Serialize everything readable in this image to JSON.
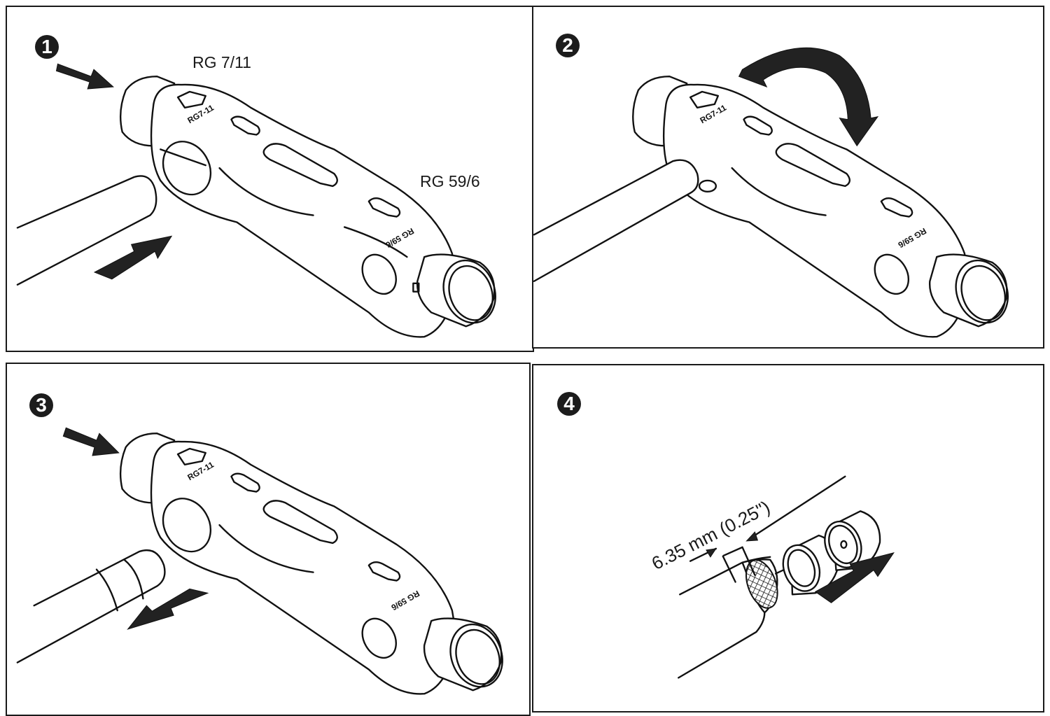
{
  "diagram": {
    "subject": "Coaxial cable stripping tool instructions",
    "steps": [
      {
        "number": "1",
        "badge_glyph": "1",
        "labels": {
          "top_end": "RG 7/11",
          "bottom_end": "RG 59/6"
        },
        "tool_markings": {
          "top": "RG7-11",
          "bottom": "RG 59/6"
        },
        "arrows": [
          "push-tool-end",
          "insert-cable"
        ]
      },
      {
        "number": "2",
        "badge_glyph": "2",
        "tool_markings": {
          "top": "RG7-11",
          "bottom": "RG 59/6"
        },
        "arrows": [
          "rotate-tool"
        ]
      },
      {
        "number": "3",
        "badge_glyph": "3",
        "tool_markings": {
          "top": "RG7-11",
          "bottom": "RG 59/6"
        },
        "arrows": [
          "push-tool-end",
          "pull-cable-out"
        ]
      },
      {
        "number": "4",
        "badge_glyph": "4",
        "dimension": "6.35 mm (0.25\")",
        "arrows": [
          "push-connector-on"
        ]
      }
    ]
  }
}
